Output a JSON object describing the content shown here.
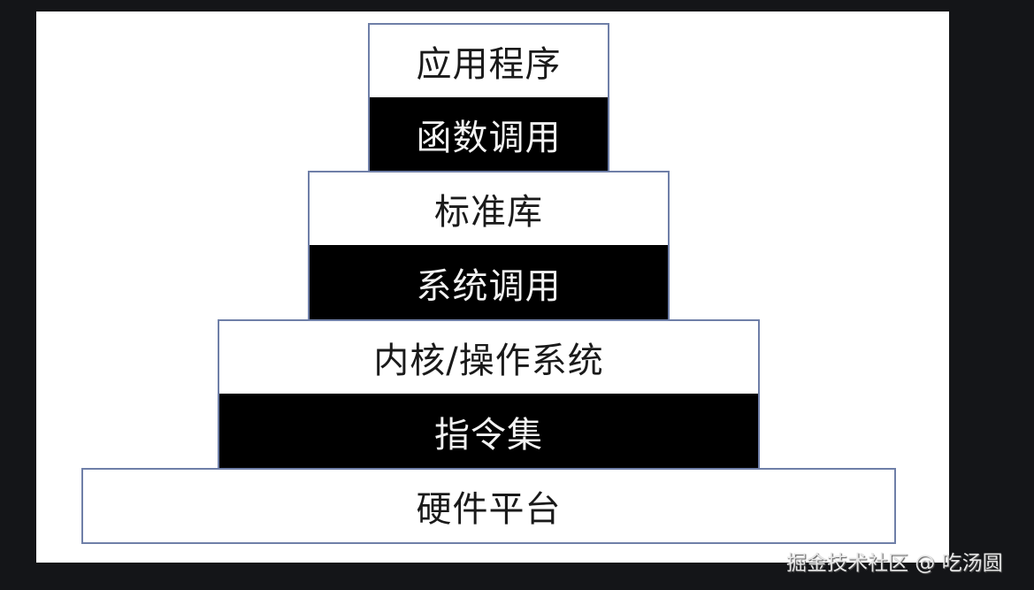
{
  "diagram": {
    "title": "",
    "layers": [
      {
        "label": "应用程序",
        "style": "white"
      },
      {
        "label": "函数调用",
        "style": "black"
      },
      {
        "label": "标准库",
        "style": "white"
      },
      {
        "label": "系统调用",
        "style": "black"
      },
      {
        "label": "内核/操作系统",
        "style": "white"
      },
      {
        "label": "指令集",
        "style": "black"
      },
      {
        "label": "硬件平台",
        "style": "white"
      }
    ]
  },
  "colors": {
    "page_background": "#141518",
    "canvas": "#ffffff",
    "box_border": "#6f7fa8",
    "dark_layer": "#000000"
  },
  "watermark": {
    "text": "掘金技术社区 @ 吃汤圆"
  }
}
